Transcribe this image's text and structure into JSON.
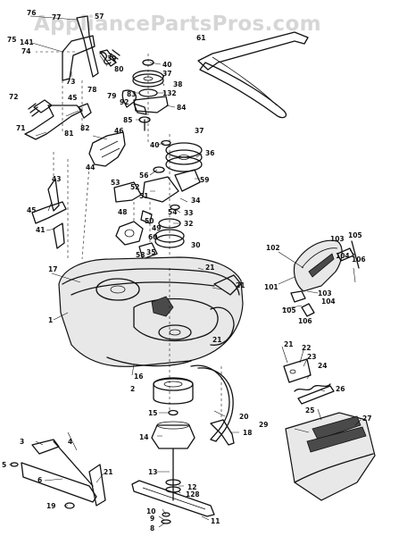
{
  "watermark": "AppliancePartsPros.com",
  "callouts": [
    {
      "n": "76"
    },
    {
      "n": "77"
    },
    {
      "n": "57"
    },
    {
      "n": "75"
    },
    {
      "n": "141"
    },
    {
      "n": "74"
    },
    {
      "n": "73"
    },
    {
      "n": "40"
    },
    {
      "n": "37"
    },
    {
      "n": "38"
    },
    {
      "n": "80"
    },
    {
      "n": "78"
    },
    {
      "n": "79"
    },
    {
      "n": "92"
    },
    {
      "n": "83"
    },
    {
      "n": "132"
    },
    {
      "n": "84"
    },
    {
      "n": "85"
    },
    {
      "n": "72"
    },
    {
      "n": "45"
    },
    {
      "n": "81"
    },
    {
      "n": "82"
    },
    {
      "n": "71"
    },
    {
      "n": "46"
    },
    {
      "n": "37"
    },
    {
      "n": "40"
    },
    {
      "n": "36"
    },
    {
      "n": "44"
    },
    {
      "n": "56"
    },
    {
      "n": "59"
    },
    {
      "n": "43"
    },
    {
      "n": "53"
    },
    {
      "n": "52"
    },
    {
      "n": "51"
    },
    {
      "n": "34"
    },
    {
      "n": "45"
    },
    {
      "n": "48"
    },
    {
      "n": "54"
    },
    {
      "n": "33"
    },
    {
      "n": "50"
    },
    {
      "n": "32"
    },
    {
      "n": "49"
    },
    {
      "n": "41"
    },
    {
      "n": "60"
    },
    {
      "n": "30"
    },
    {
      "n": "35"
    },
    {
      "n": "58"
    },
    {
      "n": "21"
    },
    {
      "n": "17"
    },
    {
      "n": "21"
    },
    {
      "n": "1"
    },
    {
      "n": "21"
    },
    {
      "n": "2"
    },
    {
      "n": "16"
    },
    {
      "n": "102"
    },
    {
      "n": "103"
    },
    {
      "n": "105"
    },
    {
      "n": "104"
    },
    {
      "n": "106"
    },
    {
      "n": "101"
    },
    {
      "n": "103"
    },
    {
      "n": "104"
    },
    {
      "n": "105"
    },
    {
      "n": "106"
    },
    {
      "n": "21"
    },
    {
      "n": "22"
    },
    {
      "n": "23"
    },
    {
      "n": "24"
    },
    {
      "n": "26"
    },
    {
      "n": "25"
    },
    {
      "n": "29"
    },
    {
      "n": "27"
    },
    {
      "n": "15"
    },
    {
      "n": "14"
    },
    {
      "n": "20"
    },
    {
      "n": "18"
    },
    {
      "n": "3"
    },
    {
      "n": "4"
    },
    {
      "n": "5"
    },
    {
      "n": "6"
    },
    {
      "n": "21"
    },
    {
      "n": "19"
    },
    {
      "n": "13"
    },
    {
      "n": "12"
    },
    {
      "n": "128"
    },
    {
      "n": "10"
    },
    {
      "n": "9"
    },
    {
      "n": "8"
    },
    {
      "n": "11"
    },
    {
      "n": "61"
    },
    {
      "n": "39"
    }
  ]
}
